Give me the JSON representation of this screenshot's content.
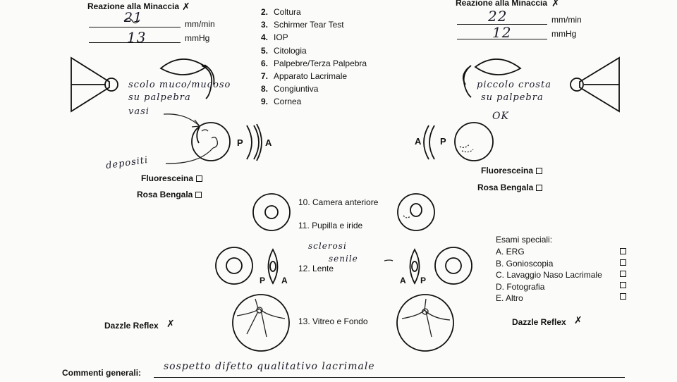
{
  "left": {
    "menace_label": "Reazione alla Minaccia",
    "tear_value": "21",
    "tear_unit": "mm/min",
    "iop_value": "13",
    "iop_unit": "mmHg",
    "eyelid_note_line1": "scolo muco/mucoso",
    "eyelid_note_line2": "su palpebra",
    "eyelid_note_line3": "vasi",
    "deposit_note": "depositi",
    "fluorescein_label": "Fluoresceina",
    "rose_bengal_label": "Rosa Bengala",
    "axis_p": "P",
    "axis_a": "A",
    "dazzle_label": "Dazzle Reflex"
  },
  "right": {
    "menace_label": "Reazione alla Minaccia",
    "tear_value": "22",
    "tear_unit": "mm/min",
    "iop_value": "12",
    "iop_unit": "mmHg",
    "eyelid_note_line1": "piccolo crosta",
    "eyelid_note_line2": "su palpebra",
    "ok_note": "OK",
    "fluorescein_label": "Fluoresceina",
    "rose_bengal_label": "Rosa Bengala",
    "axis_a": "A",
    "axis_p": "P",
    "dazzle_label": "Dazzle Reflex"
  },
  "checklist": [
    {
      "num": "2.",
      "label": "Coltura"
    },
    {
      "num": "3.",
      "label": "Schirmer Tear Test"
    },
    {
      "num": "4.",
      "label": "IOP"
    },
    {
      "num": "5.",
      "label": "Citologia"
    },
    {
      "num": "6.",
      "label": "Palpebre/Terza Palpebra"
    },
    {
      "num": "7.",
      "label": "Apparato Lacrimale"
    },
    {
      "num": "8.",
      "label": "Congiuntiva"
    },
    {
      "num": "9.",
      "label": "Cornea"
    }
  ],
  "center": {
    "anterior_chamber": "10. Camera anteriore",
    "pupil_iris": "11. Pupilla e iride",
    "lens": "12. Lente",
    "lens_note_line1": "sclerosi",
    "lens_note_line2": "senile",
    "vitreous_fundus": "13. Vitreo e Fondo",
    "lens_axis_left_p": "P",
    "lens_axis_left_a": "A",
    "lens_axis_right_a": "A",
    "lens_axis_right_p": "P"
  },
  "special_exams": {
    "title": "Esami speciali:",
    "items": [
      "A. ERG",
      "B. Gonioscopia",
      "C. Lavaggio Naso Lacrimale",
      "D. Fotografia",
      "E. Altro"
    ]
  },
  "comments": {
    "label": "Commenti generali:",
    "value": "sospetto difetto qualitativo lacrimale"
  }
}
